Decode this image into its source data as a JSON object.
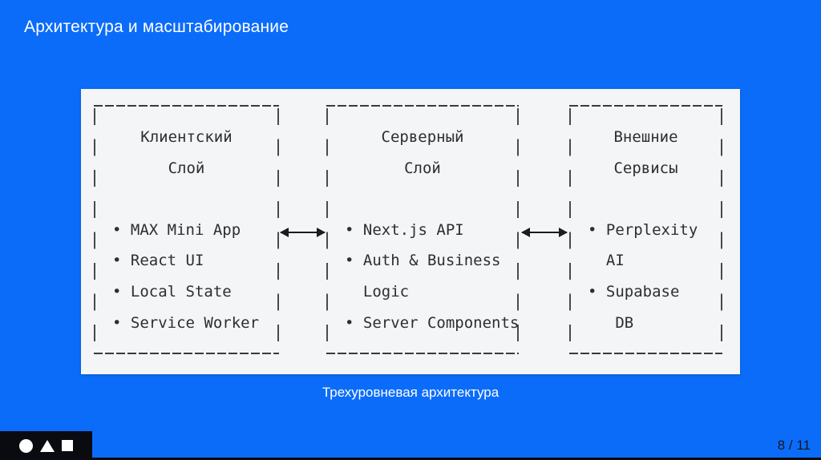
{
  "slide": {
    "title": "Архитектура и масштабирование",
    "caption": "Трехуровневая архитектура",
    "page_indicator": "8 / 11"
  },
  "diagram": {
    "boxes": [
      {
        "title_lines": [
          "Клиентский",
          "Слой"
        ],
        "items": [
          "• MAX Mini App",
          "• React UI",
          "• Local State",
          "• Service Worker"
        ]
      },
      {
        "title_lines": [
          "Серверный",
          "Слой"
        ],
        "items": [
          "• Next.js API",
          "• Auth & Business",
          "  Logic",
          "• Server Components"
        ]
      },
      {
        "title_lines": [
          "Внешние",
          "Сервисы"
        ],
        "items": [
          "• Perplexity",
          "  AI",
          "• Supabase",
          "   DB"
        ]
      }
    ],
    "connector_icons": [
      "bidirectional-arrow",
      "bidirectional-arrow"
    ]
  },
  "footer": {
    "logo_shape_icons": [
      "circle",
      "triangle",
      "square"
    ]
  },
  "colors": {
    "background": "#0b6cfa",
    "panel": "#f3f5f6",
    "diagram_ink": "#2e2e2e",
    "diagram_border": "#3b3b3b",
    "footer_bar": "#0a0b10",
    "title_text": "#ffffff",
    "page_text": "#15171b"
  }
}
